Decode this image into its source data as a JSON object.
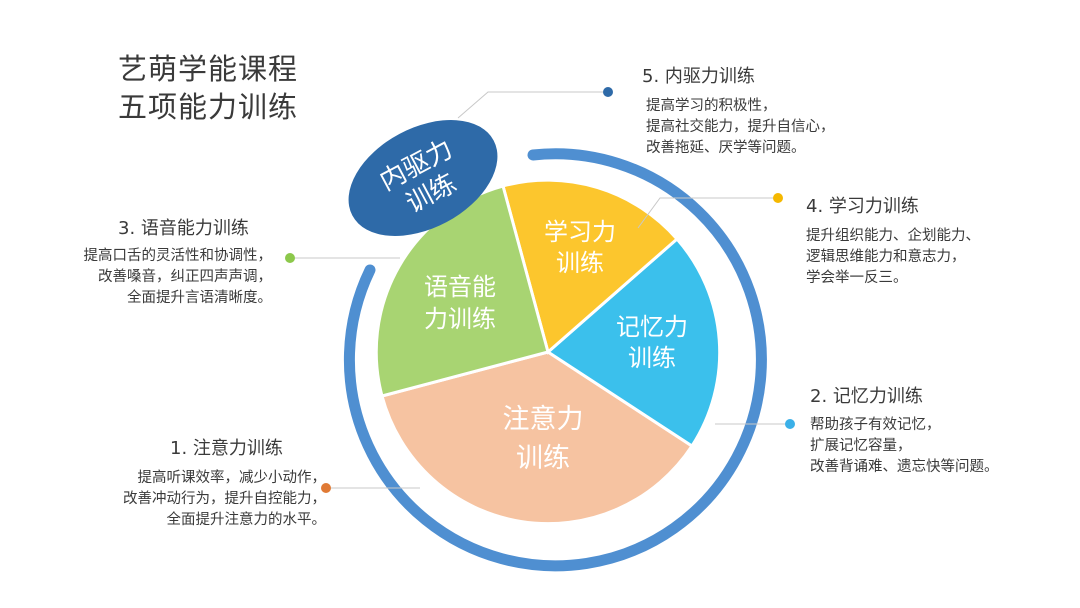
{
  "title": {
    "line1": "艺萌学能课程",
    "line2": "五项能力训练"
  },
  "colors": {
    "ring": "#4f8fd1",
    "badge": "#2e6aa8",
    "attention": "#f6c3a1",
    "memory": "#3bc0ec",
    "learning": "#fcc62d",
    "language": "#a8d472",
    "point_attention": "#e07a35",
    "point_memory": "#3bb0e8",
    "point_learning": "#f5b800",
    "point_language": "#8cc84b",
    "point_drive": "#2e6aa8"
  },
  "segments": {
    "attention": {
      "line1": "注意力",
      "line2": "训练"
    },
    "memory": {
      "line1": "记忆力",
      "line2": "训练"
    },
    "learning": {
      "line1": "学习力",
      "line2": "训练"
    },
    "language": {
      "line1": "语音能",
      "line2": "力训练"
    },
    "drive": {
      "line1": "内驱力",
      "line2": "训练"
    }
  },
  "items": {
    "drive": {
      "heading": "5. 内驱力训练",
      "lines": [
        "提高学习的积极性，",
        "提高社交能力，提升自信心，",
        "改善拖延、厌学等问题。"
      ]
    },
    "learning": {
      "heading": "4. 学习力训练",
      "lines": [
        "提升组织能力、企划能力、",
        "逻辑思维能力和意志力，",
        "学会举一反三。"
      ]
    },
    "language": {
      "heading": "3. 语音能力训练",
      "lines": [
        "提高口舌的灵活性和协调性，",
        "改善嗓音，纠正四声声调，",
        "全面提升言语清晰度。"
      ]
    },
    "memory": {
      "heading": "2. 记忆力训练",
      "lines": [
        "帮助孩子有效记忆，",
        "扩展记忆容量，",
        "改善背诵难、遗忘快等问题。"
      ]
    },
    "attention": {
      "heading": "1. 注意力训练",
      "lines": [
        "提高听课效率，减少小动作，",
        "改善冲动行为，提升自控能力，",
        "全面提升注意力的水平。"
      ]
    }
  }
}
